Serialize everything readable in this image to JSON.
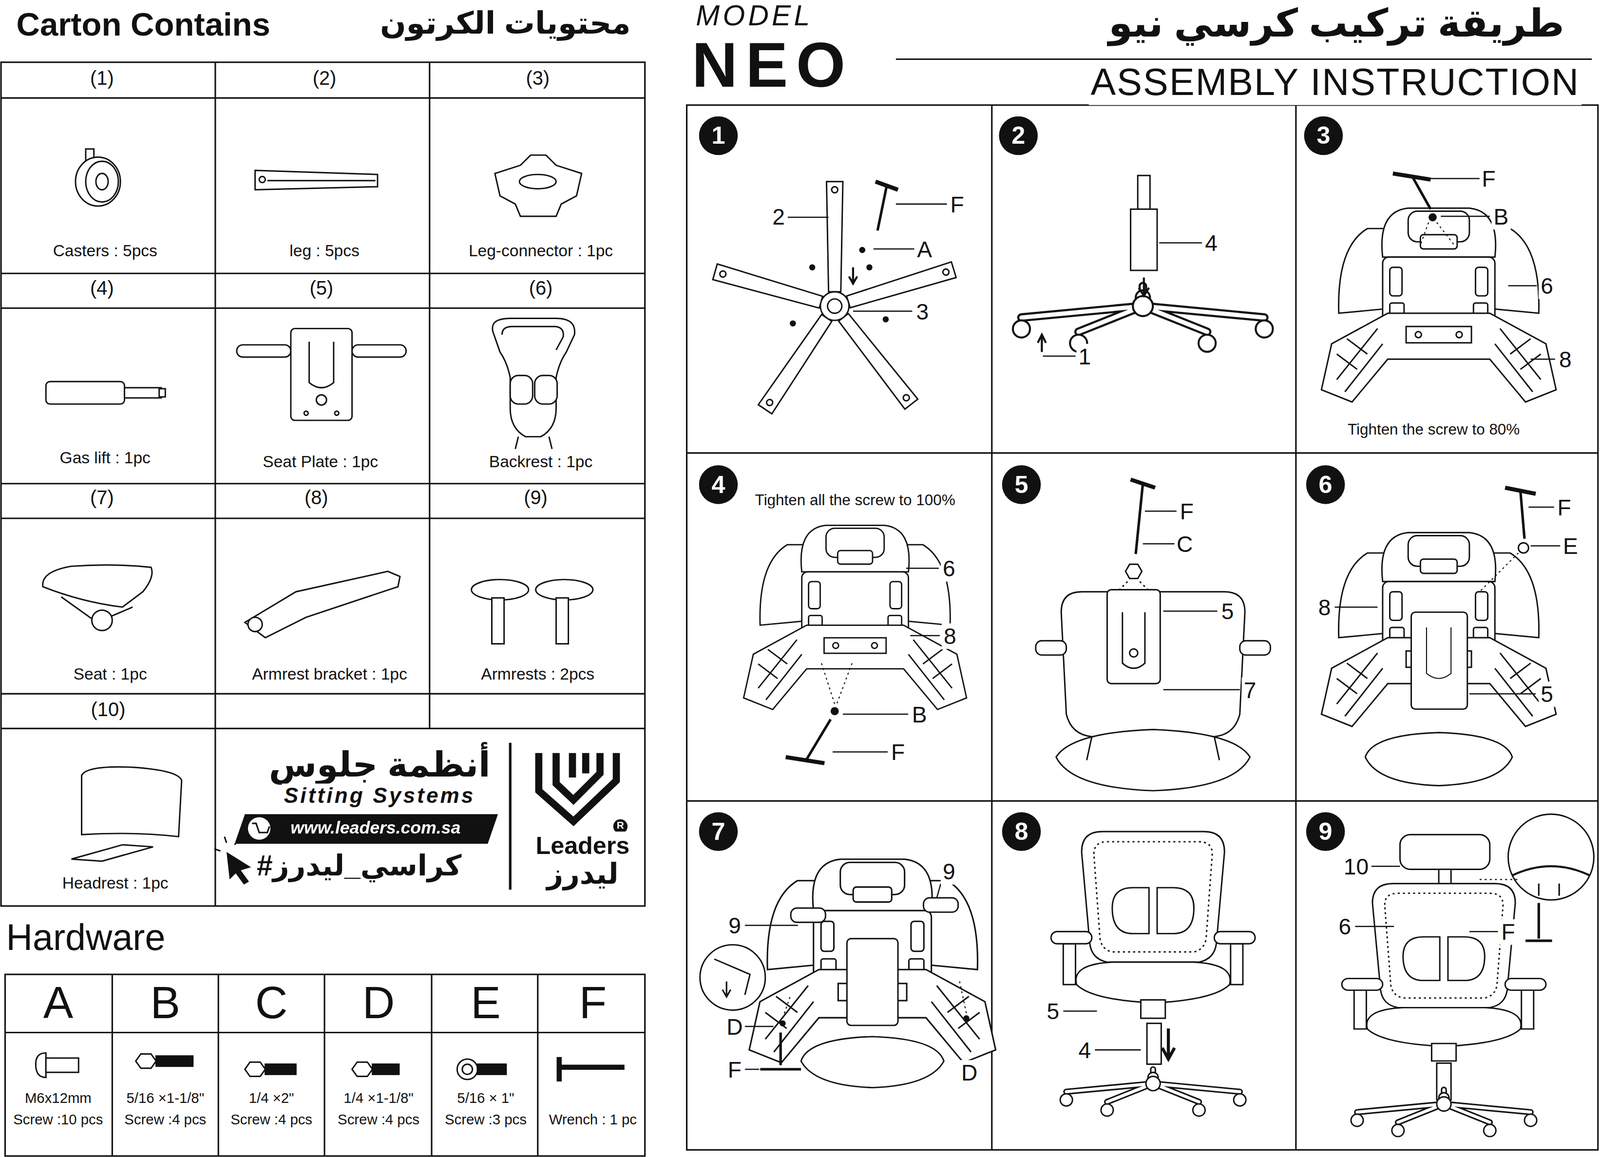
{
  "diagram": {
    "title": "ASSEMBLY INSTRUCTION",
    "nodes": [
      {
        "text": [
          "1"
        ]
      },
      {
        "text": [
          "2"
        ]
      },
      {
        "text": [
          "3"
        ]
      },
      {
        "text": [
          "4"
        ]
      },
      {
        "text": [
          "5"
        ]
      },
      {
        "text": [
          "6"
        ]
      },
      {
        "text": [
          "7"
        ]
      },
      {
        "text": [
          "8"
        ]
      },
      {
        "text": [
          "9"
        ]
      }
    ],
    "labels": [
      "Carton Contains",
      "محتويات الكرتون",
      "(1)",
      "(2)",
      "(3)",
      "Casters : 5pcs",
      "leg : 5pcs",
      "Leg-connector : 1pc",
      "(4)",
      "(5)",
      "(6)",
      "Gas lift  : 1pc",
      "Seat Plate : 1pc",
      "Backrest : 1pc",
      "(7)",
      "(8)",
      "(9)",
      "Seat : 1pc",
      "Armrest bracket : 1pc",
      "Armrests : 2pcs",
      "(10)",
      "Headrest : 1pc",
      "أنظمة جلوس",
      "Sitting Systems",
      "www.leaders.com.sa",
      "#كراسي_ليدرز",
      "Leaders",
      "ليدرز",
      "R",
      "Hardware",
      "A",
      "B",
      "C",
      "D",
      "E",
      "F",
      "M6x12mm",
      "Screw :10 pcs",
      "5/16 ×1-1/8\"",
      "Screw :4 pcs",
      "1/4 ×2\"",
      "Screw :4 pcs",
      "1/4 ×1-1/8\"",
      "Screw :4 pcs",
      "5/16 × 1\"",
      "Screw :3 pcs",
      "Wrench : 1 pc",
      "MODEL",
      "NEO",
      "طريقة تركيب كرسي نيو",
      "2",
      "F",
      "A",
      "3",
      "4",
      "1",
      "F",
      "B",
      "6",
      "8",
      "Tighten the screw to 80%",
      "Tighten all the screw to 100%",
      "6",
      "8",
      "B",
      "F",
      "F",
      "C",
      "5",
      "7",
      "F",
      "E",
      "8",
      "5",
      "9",
      "9",
      "D",
      "F",
      "D",
      "5",
      "4",
      "10",
      "6",
      "F"
    ]
  }
}
